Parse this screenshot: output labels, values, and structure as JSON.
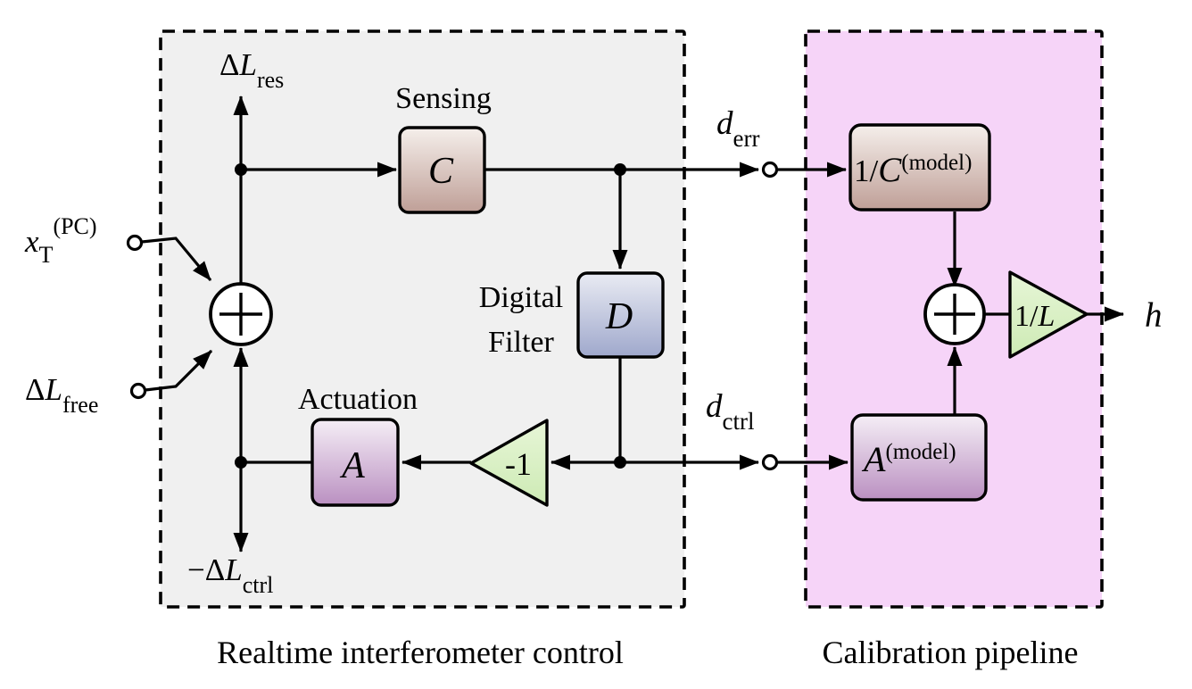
{
  "figure": {
    "caption_left": "Realtime interferometer control",
    "caption_right": "Calibration pipeline"
  },
  "blocks": {
    "sensing": {
      "title": "Sensing",
      "symbol": "C"
    },
    "digital_filter": {
      "title_line1": "Digital",
      "title_line2": "Filter",
      "symbol": "D"
    },
    "actuation": {
      "title": "Actuation",
      "symbol": "A"
    },
    "minus_one": {
      "label": "-1"
    },
    "inv_sensing_model": {
      "numerator": "1/",
      "symbol": "C",
      "superscript": "(model)"
    },
    "actuation_model": {
      "symbol": "A",
      "superscript": "(model)"
    },
    "inv_length": {
      "numerator": "1/",
      "symbol": "L"
    }
  },
  "signals": {
    "delta_l_res": {
      "delta": "Δ",
      "letter": "L",
      "subscript": "res"
    },
    "x_t_pc": {
      "letter": "x",
      "subscript": "T",
      "superscript": "(PC)"
    },
    "delta_l_free": {
      "delta": "Δ",
      "letter": "L",
      "subscript": "free"
    },
    "neg_delta_l_ctrl": {
      "minus": "−",
      "delta": "Δ",
      "letter": "L",
      "subscript": "ctrl"
    },
    "d_err": {
      "letter": "d",
      "subscript": "err"
    },
    "d_ctrl": {
      "letter": "d",
      "subscript": "ctrl"
    },
    "h": {
      "letter": "h"
    },
    "plus_left": "+",
    "plus_right": "+"
  },
  "colors": {
    "realtime_box_fill": "#f0f0f0",
    "calibration_box_fill": "#f6d4f8",
    "sensing_top": "#f5efeb",
    "sensing_bottom": "#bf9f97",
    "filter_top": "#e9ebf3",
    "filter_bottom": "#9fa8cc",
    "actuation_top": "#f5eef6",
    "actuation_bottom": "#ba90c1",
    "gain_top": "#e7f6d7",
    "gain_bottom": "#cdeab4",
    "line_color": "#000000"
  }
}
